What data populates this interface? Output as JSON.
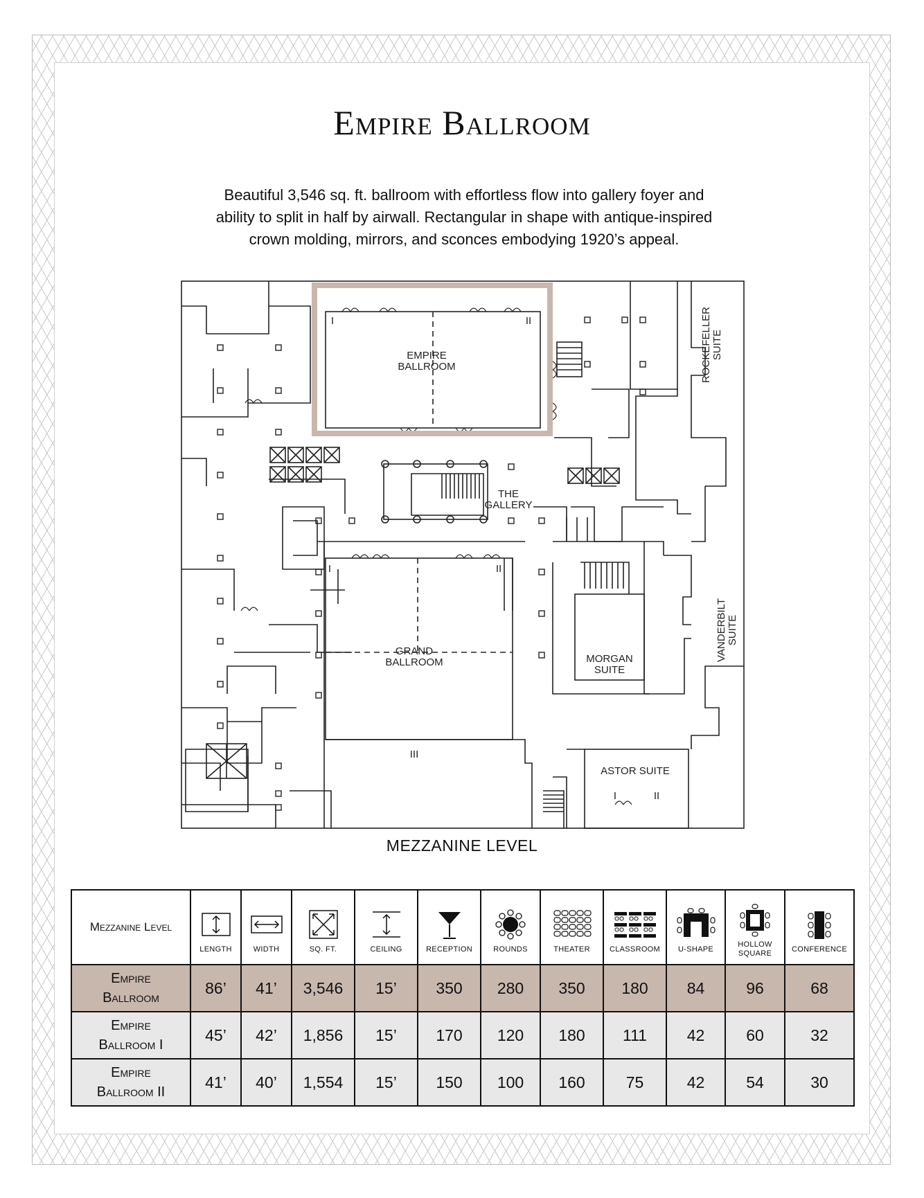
{
  "title": "Empire Ballroom",
  "description_lines": [
    "Beautiful 3,546 sq. ft. ballroom with effortless flow into gallery foyer and",
    "ability to split in half by airwall. Rectangular in shape with antique-inspired",
    "crown molding, mirrors, and sconces embodying 1920’s appeal."
  ],
  "floor_plan": {
    "caption": "MEZZANINE LEVEL",
    "highlight_color": "#c8b7ad",
    "labels": {
      "empire_1": "EMPIRE",
      "empire_2": "BALLROOM",
      "gallery_1": "THE",
      "gallery_2": "GALLERY",
      "grand_1": "GRAND",
      "grand_2": "BALLROOM",
      "morgan_1": "MORGAN",
      "morgan_2": "SUITE",
      "rockefeller_1": "ROCKEFELLER",
      "rockefeller_2": "SUITE",
      "vanderbilt_1": "VANDERBILT",
      "vanderbilt_2": "SUITE",
      "astor": "ASTOR SUITE",
      "sec_i": "I",
      "sec_ii": "II",
      "sec_iii": "III"
    }
  },
  "table": {
    "header_label": "Mezzanine Level",
    "columns": [
      {
        "label": "LENGTH",
        "icon": "length-icon"
      },
      {
        "label": "WIDTH",
        "icon": "width-icon"
      },
      {
        "label": "SQ. FT.",
        "icon": "sqft-icon"
      },
      {
        "label": "CEILING",
        "icon": "ceiling-icon"
      },
      {
        "label": "RECEPTION",
        "icon": "martini-icon"
      },
      {
        "label": "ROUNDS",
        "icon": "round-table-icon"
      },
      {
        "label": "THEATER",
        "icon": "theater-seating-icon"
      },
      {
        "label": "CLASSROOM",
        "icon": "classroom-seating-icon"
      },
      {
        "label": "U-SHAPE",
        "icon": "u-shape-icon"
      },
      {
        "label": "HOLLOW SQUARE",
        "icon": "hollow-square-icon"
      },
      {
        "label": "CONFERENCE",
        "icon": "conference-table-icon"
      }
    ],
    "rows": [
      {
        "name_1": "Empire",
        "name_2": "Ballroom",
        "values": [
          "86’",
          "41’",
          "3,546",
          "15’",
          "350",
          "280",
          "350",
          "180",
          "84",
          "96",
          "68"
        ]
      },
      {
        "name_1": "Empire",
        "name_2": "Ballroom I",
        "values": [
          "45’",
          "42’",
          "1,856",
          "15’",
          "170",
          "120",
          "180",
          "111",
          "42",
          "60",
          "32"
        ]
      },
      {
        "name_1": "Empire",
        "name_2": "Ballroom II",
        "values": [
          "41’",
          "40’",
          "1,554",
          "15’",
          "150",
          "100",
          "160",
          "75",
          "42",
          "54",
          "30"
        ]
      }
    ]
  }
}
